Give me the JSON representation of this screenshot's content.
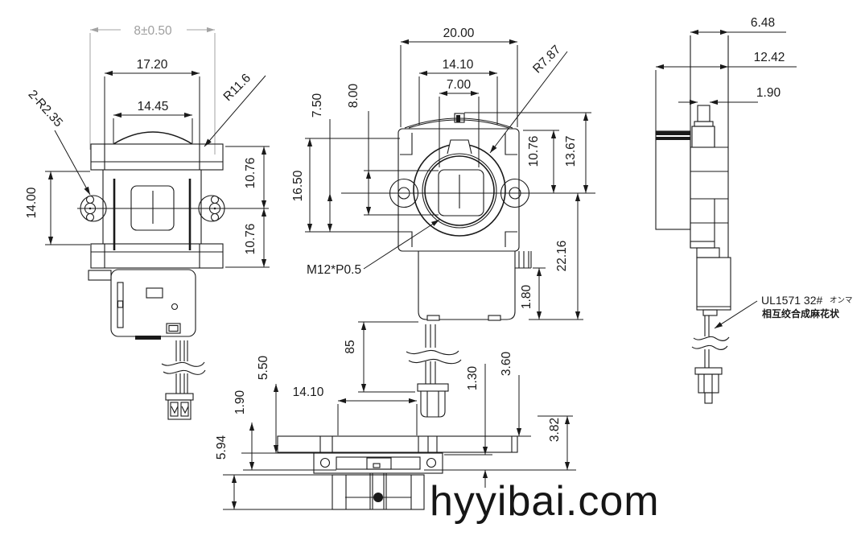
{
  "watermark": "hyyibai.com",
  "colors": {
    "line": "#1a1a1a",
    "faded_dim": "#a3a3a3",
    "background": "#ffffff"
  },
  "left_view": {
    "dim_overall_tol": "8±0.50",
    "dim_w1": "17.20",
    "dim_w2": "14.45",
    "radius_note": "R11.6",
    "hole_note": "2-R2.35",
    "dim_h_left": "14.00",
    "dim_h_right_top": "10.76",
    "dim_h_right_bottom": "10.76"
  },
  "front_view": {
    "dim_w1": "20.00",
    "dim_w2": "14.10",
    "dim_w3": "7.00",
    "radius_note": "R7.87",
    "thread_note": "M12*P0.5",
    "dim_h_left1": "7.50",
    "dim_h_left2": "8.00",
    "dim_h_left3": "16.50",
    "dim_h_right1": "10.76",
    "dim_h_right2": "13.67",
    "dim_h_right3": "22.16",
    "dim_h_right4": "1.80",
    "wire_length": "85",
    "dim_w_bottom": "14.10",
    "base_h1": "5.50",
    "base_h2": "1.90",
    "base_h3": "5.94",
    "base_h4": "1.30",
    "base_h5": "3.60",
    "base_h6": "3.82"
  },
  "side_view": {
    "dim_w1": "6.48",
    "dim_w2": "12.42",
    "dim_w3": "1.90",
    "wire_note_line1": "UL1571 32#",
    "wire_note_small": "オンマ",
    "wire_note_line2": "相互绞合成麻花状"
  }
}
